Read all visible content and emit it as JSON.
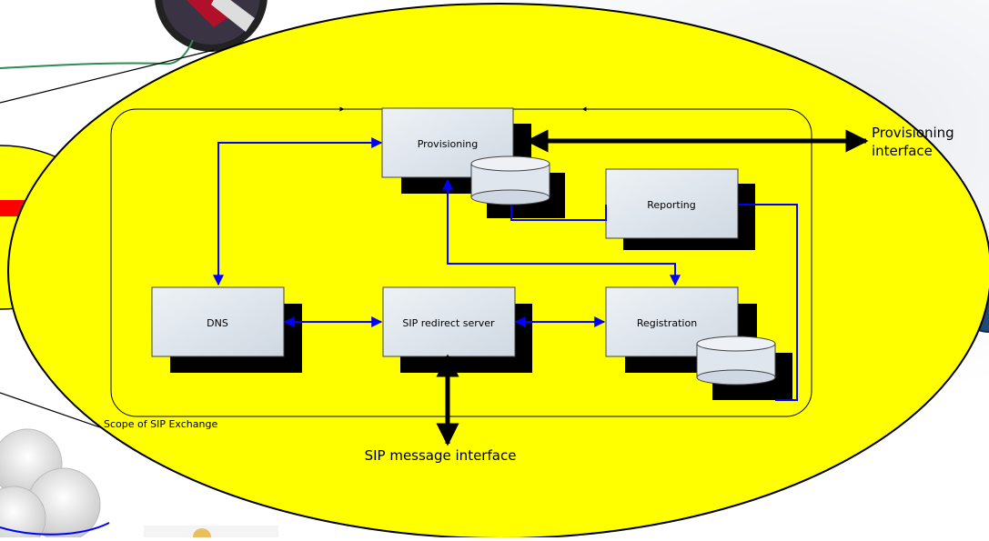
{
  "diagram": {
    "nodes": {
      "provisioning": "Provisioning",
      "reporting": "Reporting",
      "dns": "DNS",
      "sip_redirect": "SIP redirect server",
      "registration": "Registration"
    },
    "labels": {
      "provisioning_interface_line1": "Provisioning",
      "provisioning_interface_line2": "interface",
      "sip_message_interface": "SIP message interface",
      "scope": "Scope of SIP Exchange"
    },
    "colors": {
      "ellipse_fill": "#ffff00",
      "link_blue": "#0000ff",
      "shadow": "#000000",
      "box_fill": "#dfe6ee",
      "green_line": "#2e8b57",
      "red_line": "#ff0000",
      "sidebar_panel": "#e9ecf1"
    }
  }
}
